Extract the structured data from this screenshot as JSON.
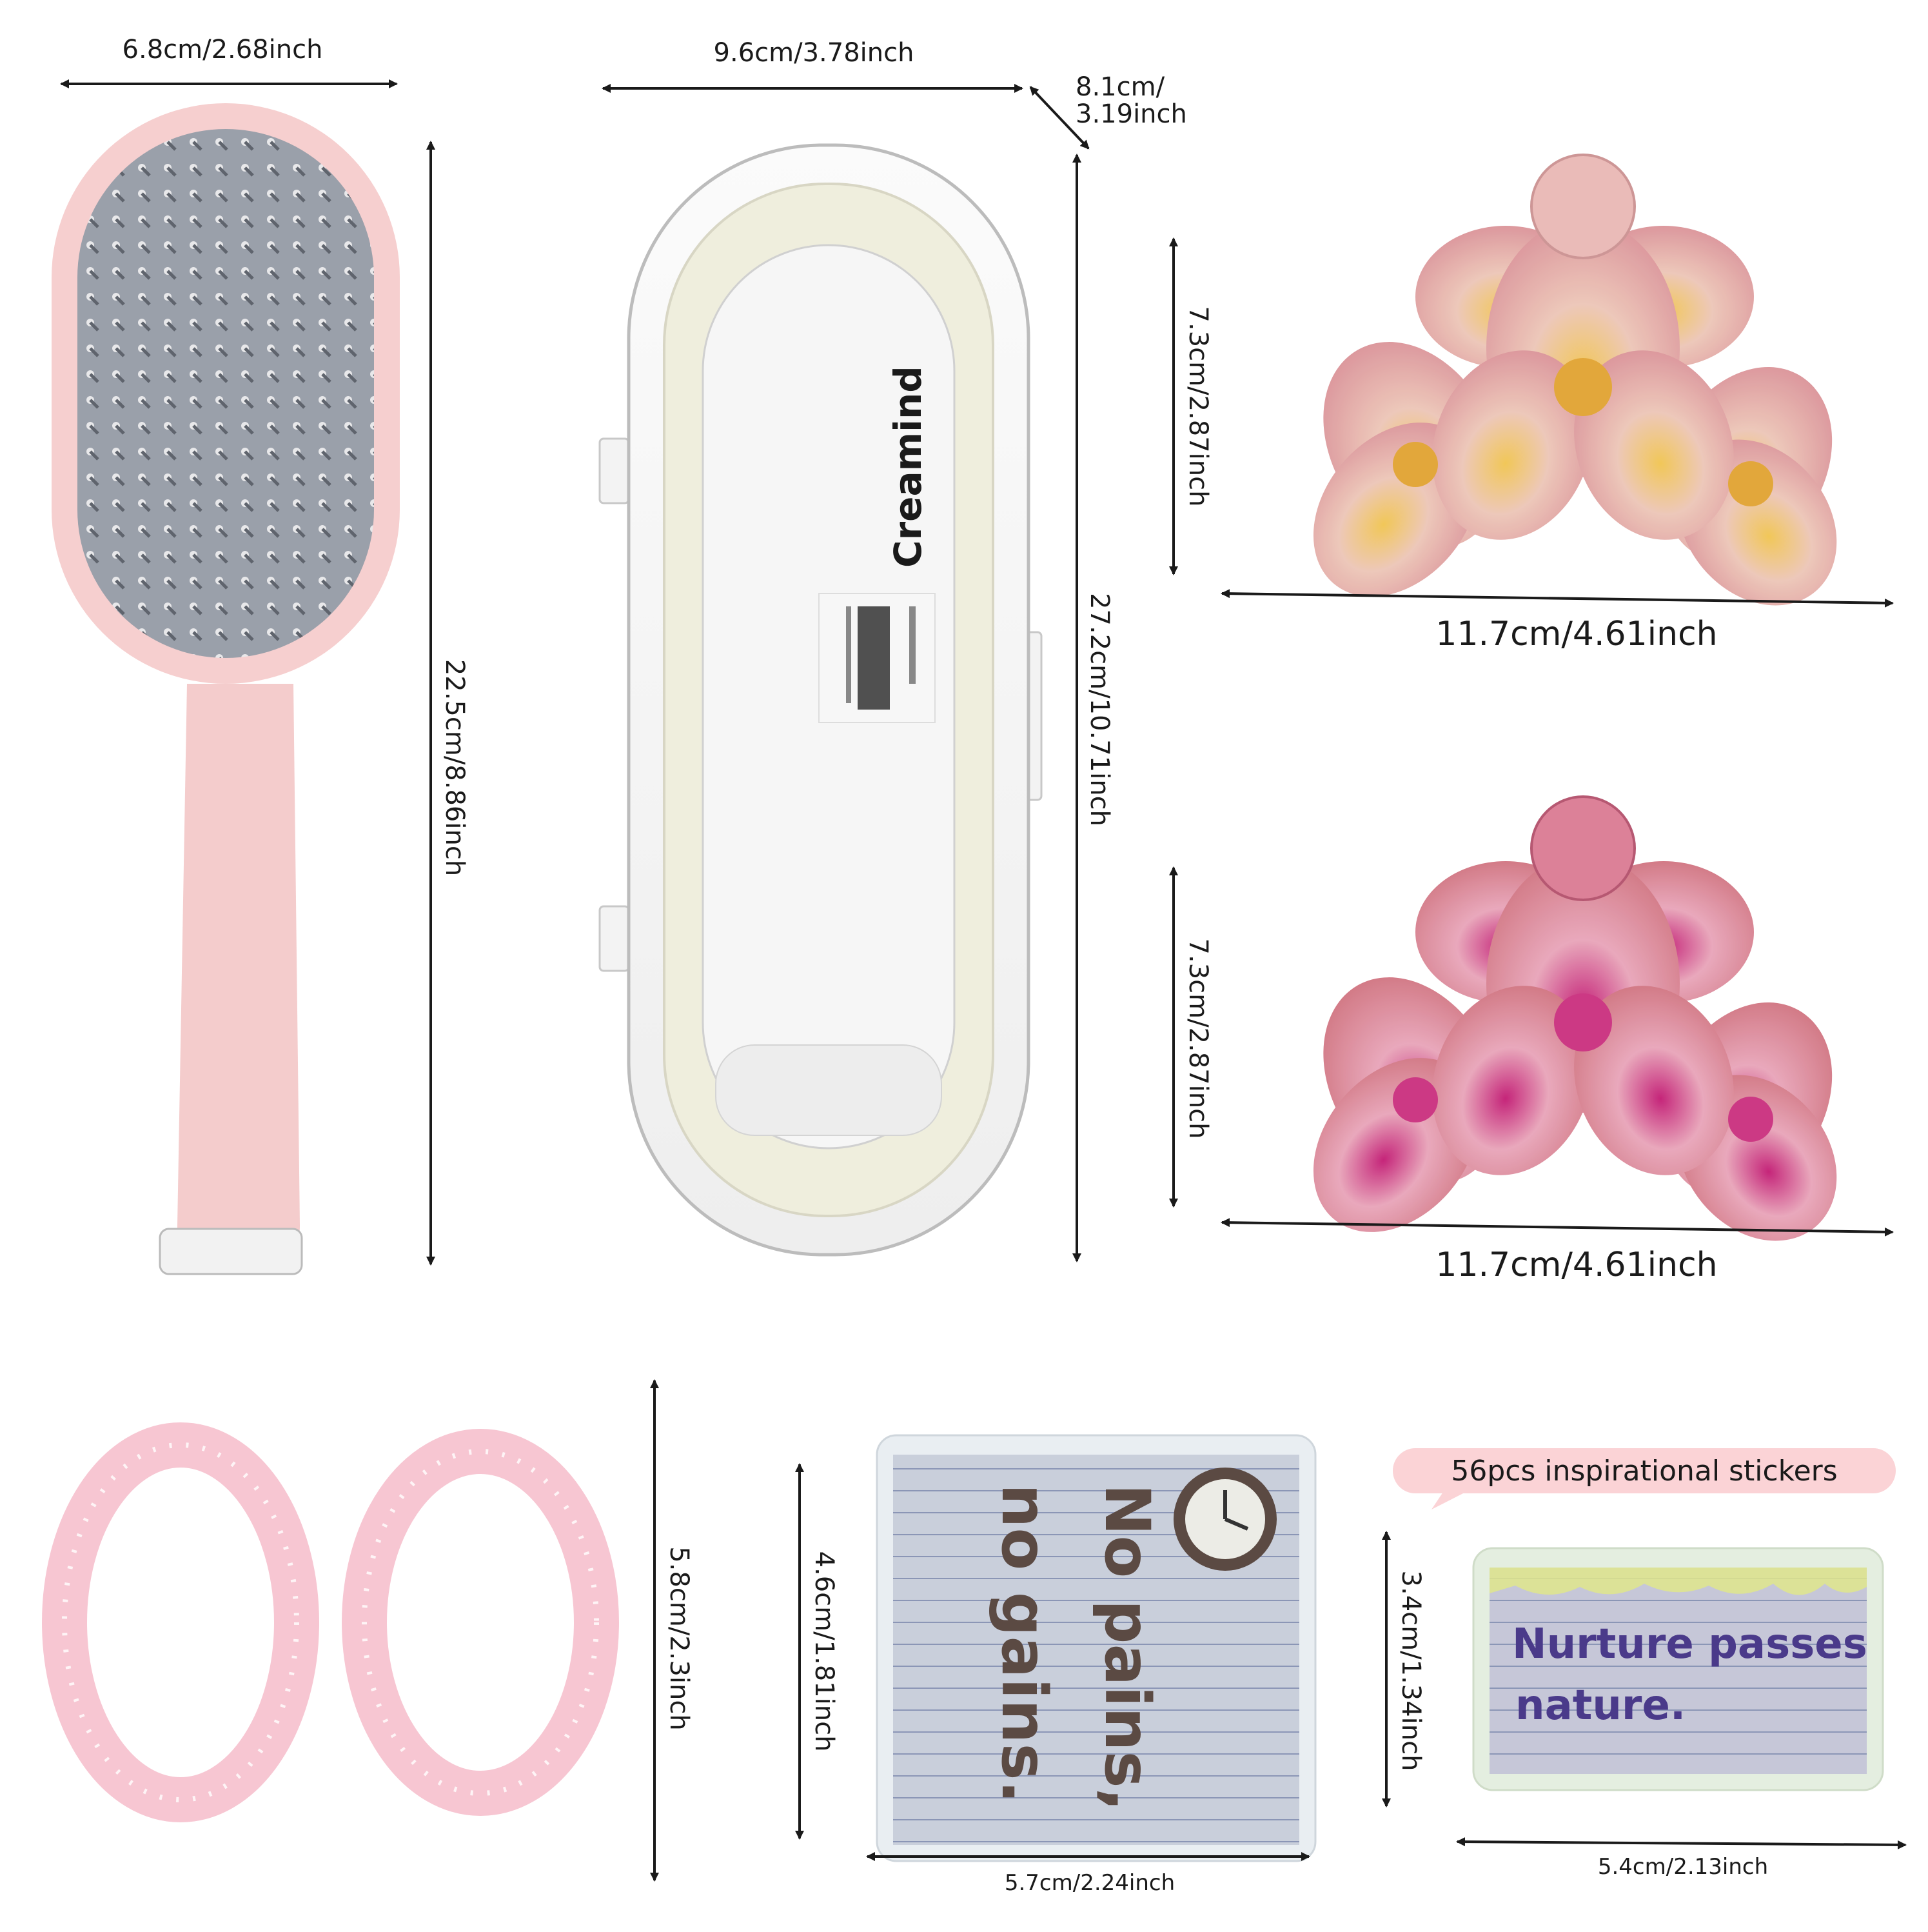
{
  "dimensions": {
    "brush_width": "6.8cm/2.68inch",
    "brush_height": "22.5cm/8.86inch",
    "case_width": "9.6cm/3.78inch",
    "case_depth_line1": "8.1cm/",
    "case_depth_line2": "3.19inch",
    "case_height": "27.2cm/10.71inch",
    "clip1_height": "7.3cm/2.87inch",
    "clip1_width": "11.7cm/4.61inch",
    "clip2_height": "7.3cm/2.87inch",
    "clip2_width": "11.7cm/4.61inch",
    "ties_height": "5.8cm/2.3inch",
    "sticker1_height": "4.6cm/1.81inch",
    "sticker1_width": "5.7cm/2.24inch",
    "sticker2_height": "3.4cm/1.34inch",
    "sticker2_width": "5.4cm/2.13inch"
  },
  "case": {
    "brand": "Creamind"
  },
  "stickers": {
    "banner": "56pcs inspirational stickers",
    "sticker1_line1": "No pains,",
    "sticker1_line2": "no gains.",
    "sticker2_line1": "Nurture passes",
    "sticker2_line2": "nature."
  },
  "colors": {
    "brush_pink": "#f6cfcf",
    "cushion_gray": "#8a8f98",
    "case_cream": "#efeedd",
    "clip_pink": "#e7a3a6",
    "clip_amber": "#e0a02a",
    "clip_magenta": "#c8287a",
    "tie_pink": "#f7c6d2",
    "banner_pink": "#fbd3d6",
    "sticker_paper": "#c9cfdb",
    "sticker_ink": "#5b4a43",
    "sticker2_ink": "#4a3a8a"
  }
}
